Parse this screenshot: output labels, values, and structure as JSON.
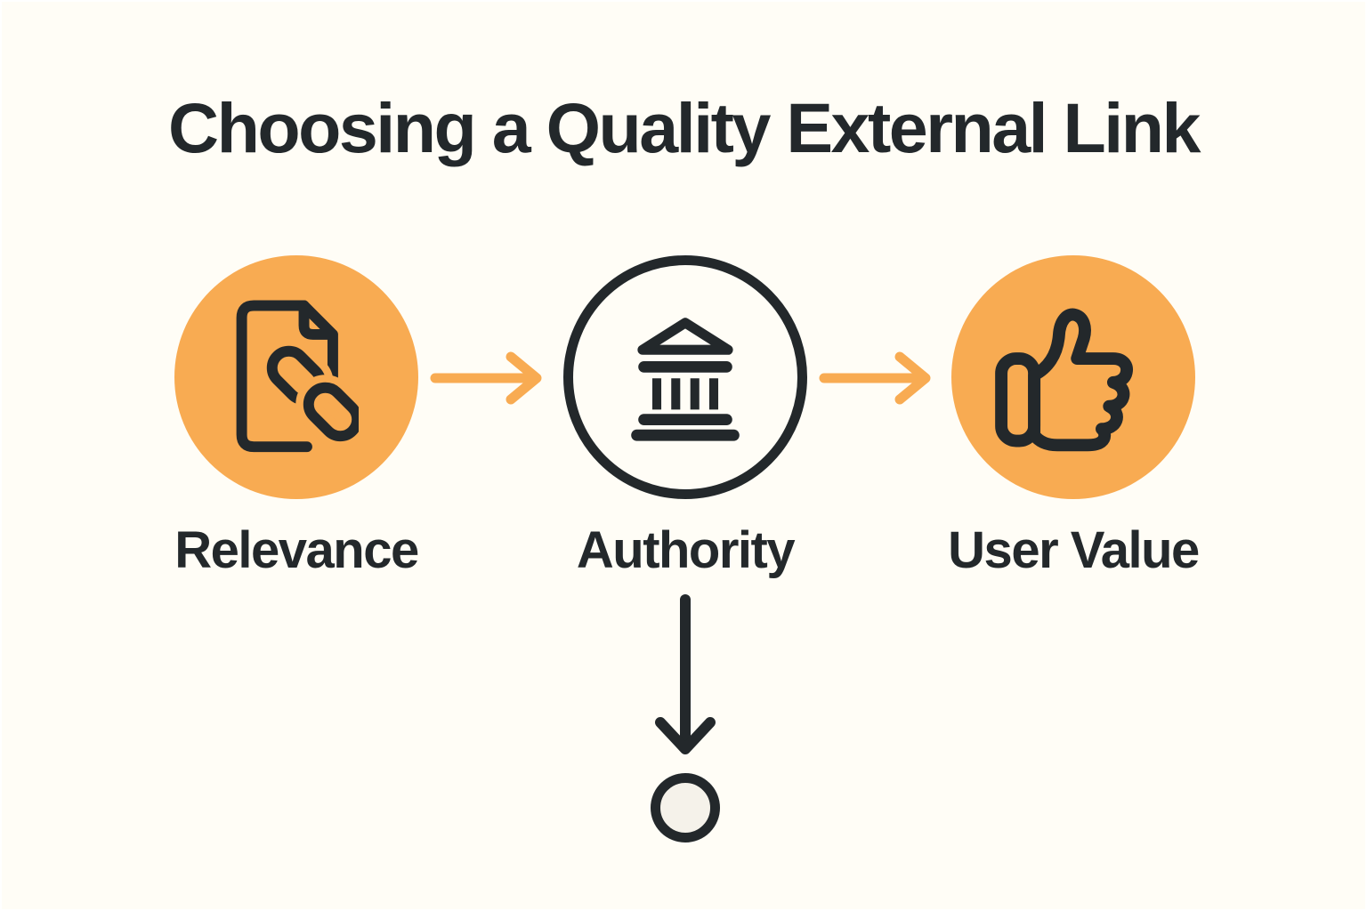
{
  "title": "Choosing a Quality External Link",
  "nodes": [
    {
      "label": "Relevance",
      "icon": "document-link-icon",
      "circle_style": "filled-orange"
    },
    {
      "label": "Authority",
      "icon": "bank-icon",
      "circle_style": "outlined"
    },
    {
      "label": "User Value",
      "icon": "thumbs-up-icon",
      "circle_style": "filled-orange"
    }
  ],
  "connectors": {
    "relevance_to_authority": "right-arrow",
    "authority_to_user_value": "right-arrow",
    "authority_down": "down-arrow-to-terminal-circle"
  },
  "colors": {
    "background": "#FFFDF6",
    "accent_orange": "#F8AB52",
    "ink": "#23282B",
    "terminal_fill": "#F5F2EA"
  }
}
